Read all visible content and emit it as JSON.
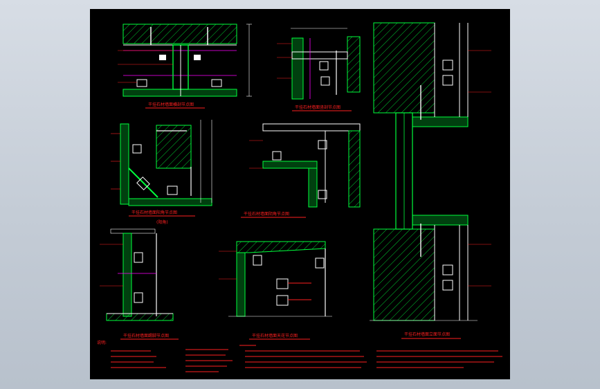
{
  "drawing": {
    "background_color": "#000000",
    "line_colors": {
      "red": "#ff2020",
      "green": "#00ff3c",
      "yellow": "#ffff00",
      "magenta": "#ff00ff",
      "white": "#ffffff",
      "cyan": "#00e5ff"
    },
    "details": [
      {
        "id": "d1",
        "title": "干挂石材墙面横剖节点图",
        "note": ""
      },
      {
        "id": "d2",
        "title": "干挂石材墙面竖剖节点图",
        "note": ""
      },
      {
        "id": "d3",
        "title": "干挂石材墙面阳角节点图",
        "note": "(阳角)"
      },
      {
        "id": "d4",
        "title": "干挂石材墙面阴角节点图",
        "note": ""
      },
      {
        "id": "d5",
        "title": "干挂石材墙面踢脚节点图",
        "note": ""
      },
      {
        "id": "d6",
        "title": "干挂石材墙面天花节点图",
        "note": ""
      },
      {
        "id": "d7",
        "title": "干挂石材墙面立面节点图",
        "note": ""
      }
    ],
    "notes_heading": "说明:"
  }
}
